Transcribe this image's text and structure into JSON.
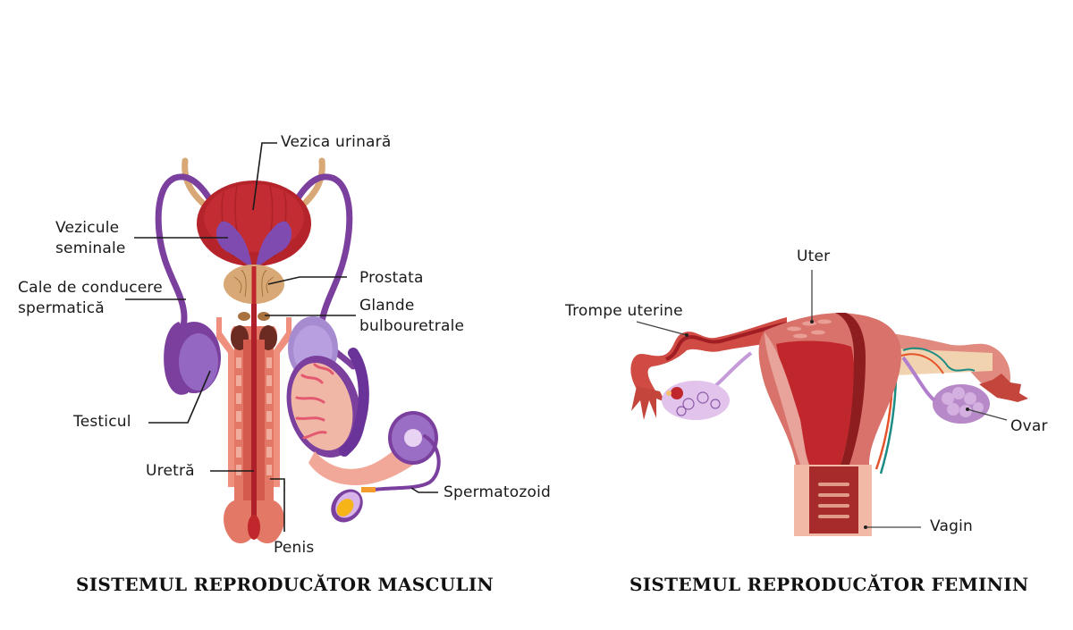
{
  "male": {
    "title": "SISTEMUL REPRODUCĂTOR MASCULIN",
    "labels": {
      "bladder": "Vezica urinară",
      "seminal_vesicles_1": "Vezicule",
      "seminal_vesicles_2": "seminale",
      "vas_deferens_1": "Cale de conducere",
      "vas_deferens_2": "spermatică",
      "prostate": "Prostata",
      "bulbourethral_1": "Glande",
      "bulbourethral_2": "bulbouretrale",
      "testicle": "Testicul",
      "urethra": "Uretră",
      "penis": "Penis",
      "sperm": "Spermatozoid"
    }
  },
  "female": {
    "title": "SISTEMUL REPRODUCĂTOR FEMININ",
    "labels": {
      "uterus": "Uter",
      "fallopian_tubes": "Trompe uterine",
      "ovary": "Ovar",
      "vagina": "Vagin"
    }
  },
  "colors": {
    "muscle_red": "#c0272d",
    "tissue_pink": "#e8897f",
    "purple": "#7b3f9e",
    "tan": "#d9a877",
    "leader_line": "#1a1a1a"
  }
}
